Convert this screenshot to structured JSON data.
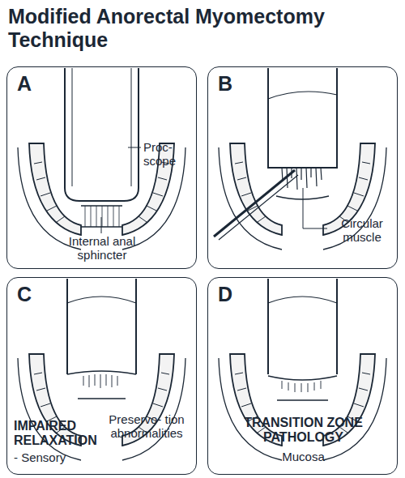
{
  "diagram": {
    "title": "Modified Anorectal Myomectomy Technique",
    "nodes": [
      {
        "text": [
          "A",
          "Proc- scope",
          "Internal anal sphincter"
        ]
      },
      {
        "text": [
          "B",
          "Circular muscle"
        ]
      },
      {
        "text": [
          "C",
          "IMPAIRED RELAXATION",
          "- Sensory",
          "Preservo- tion abnormalities"
        ]
      },
      {
        "text": [
          "D",
          "TRANSITION ZONE PATHOLOGY",
          "Mucosa"
        ]
      }
    ]
  }
}
